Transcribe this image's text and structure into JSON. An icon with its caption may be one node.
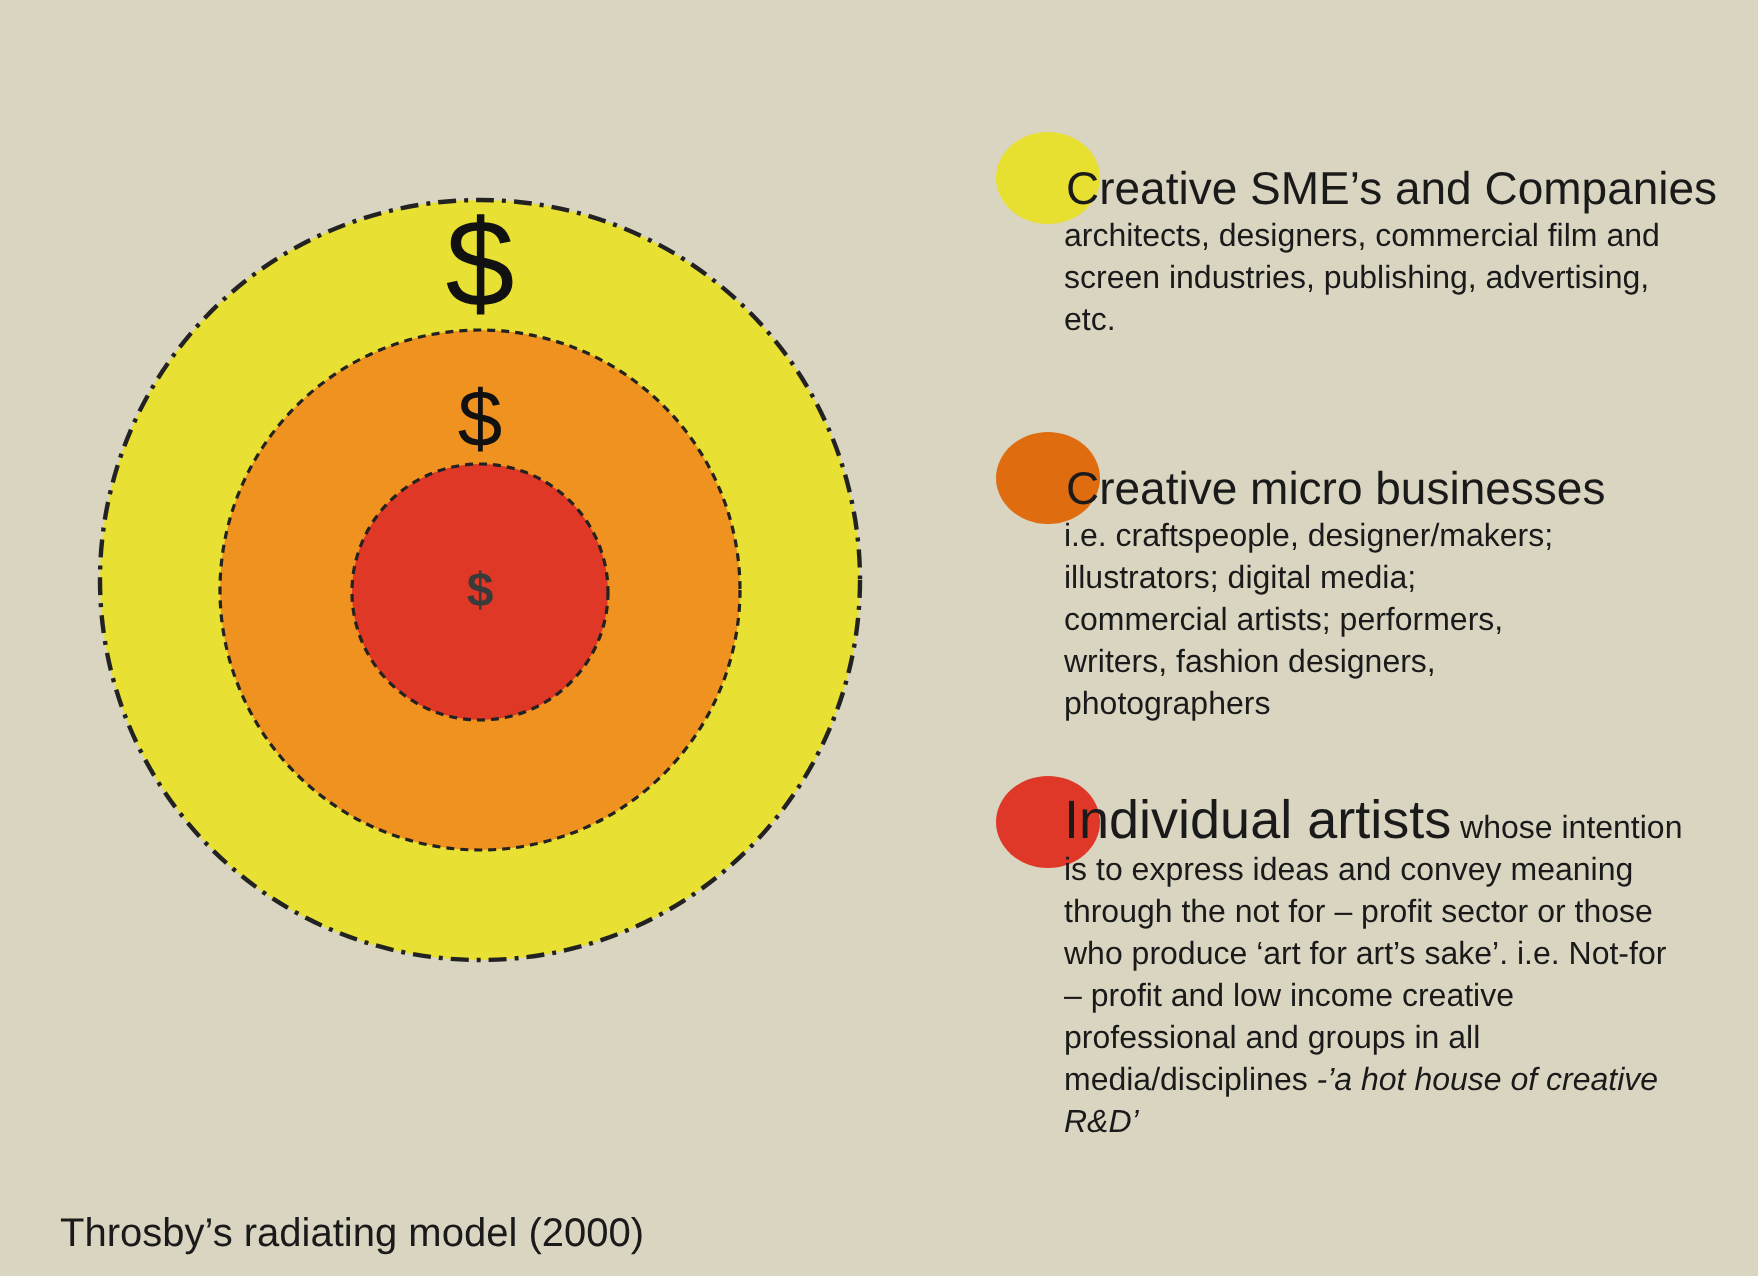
{
  "diagram": {
    "caption": "Throsby’s radiating model (2000)",
    "nodes": [
      {
        "text": [
          "$"
        ]
      },
      {
        "text": [
          "$"
        ],
        "in": 0
      },
      {
        "text": [
          "$"
        ],
        "in": 1
      }
    ],
    "legend": [
      {
        "text": "Creative SME’s and Companies",
        "color": "#e8e030"
      },
      {
        "text": "Creative micro businesses",
        "color": "#e06c10"
      },
      {
        "text": "Individual artists",
        "color": "#e03828"
      }
    ],
    "labels": [
      "architects, designers, commercial film and screen industries, publishing,  advertising, etc.",
      "i.e. craftspeople, designer/makers; illustrators; digital media; commercial artists; performers, writers, fashion designers, photographers",
      "whose intention is to express ideas and convey meaning through the not for – profit sector or those who produce ‘art for art’s sake’. i.e. Not-for – profit and low income creative professional and groups in all media/disciplines *-’a hot house of creative R&D’*"
    ]
  }
}
